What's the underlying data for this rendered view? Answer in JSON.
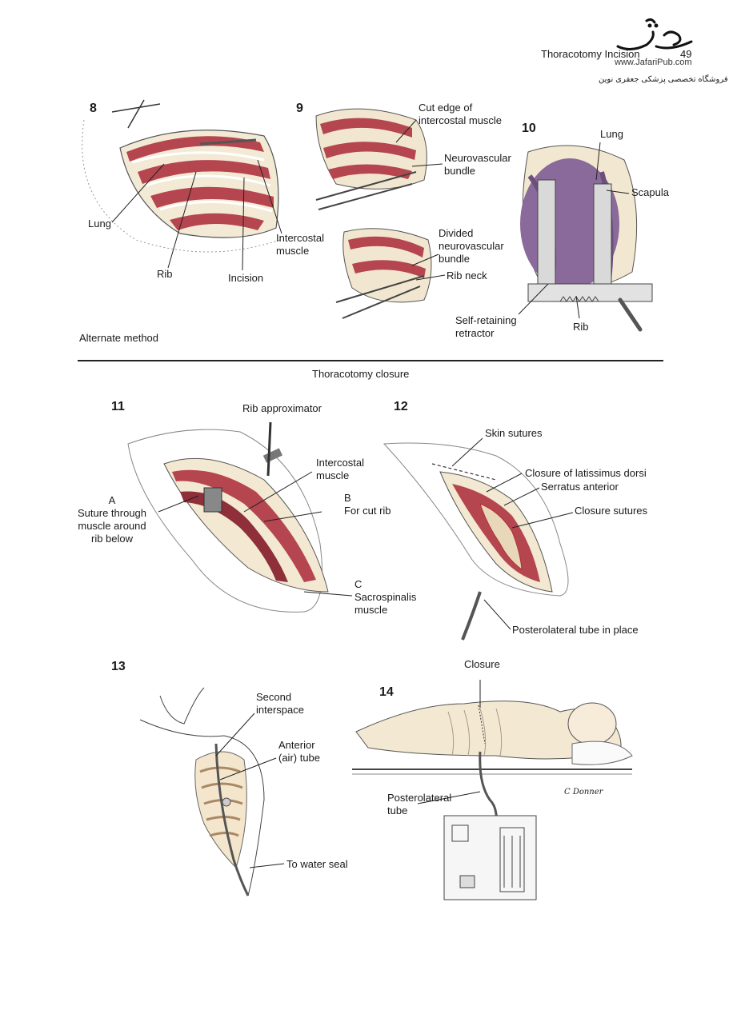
{
  "header": {
    "running_title": "Thoracotomy Incision",
    "page_number": "49",
    "watermark_url": "www.JafariPub.com",
    "watermark_persian": "فروشگاه تخصصی پزشکی جعفری نوین"
  },
  "fig8": {
    "number": "8",
    "labels": {
      "lung": "Lung",
      "rib": "Rib",
      "incision": "Incision",
      "intercostal": "Intercostal\nmuscle"
    },
    "caption": "Alternate method"
  },
  "fig9": {
    "number": "9",
    "labels": {
      "cut_edge": "Cut edge of\nintercostal muscle",
      "neurovascular": "Neurovascular\nbundle",
      "divided": "Divided\nneurovascular\nbundle",
      "rib_neck": "Rib neck"
    }
  },
  "fig10": {
    "number": "10",
    "labels": {
      "lung": "Lung",
      "scapula": "Scapula",
      "retractor": "Self-retaining\nretractor",
      "rib": "Rib"
    }
  },
  "section_title": "Thoracotomy closure",
  "fig11": {
    "number": "11",
    "labels": {
      "rib_approximator": "Rib approximator",
      "intercostal": "Intercostal\nmuscle",
      "a": "A\nSuture through\nmuscle around\nrib below",
      "b": "B\nFor cut rib",
      "c": "C\nSacrospinalis\nmuscle"
    }
  },
  "fig12": {
    "number": "12",
    "labels": {
      "skin_sutures": "Skin sutures",
      "latissimus": "Closure of latissimus dorsi",
      "serratus": "Serratus anterior",
      "closure_sutures": "Closure sutures",
      "tube": "Posterolateral tube in place"
    }
  },
  "fig13": {
    "number": "13",
    "labels": {
      "second": "Second\ninterspace",
      "anterior": "Anterior\n(air) tube",
      "water_seal": "To water seal"
    }
  },
  "fig14": {
    "number": "14",
    "labels": {
      "closure": "Closure",
      "tube": "Posterolateral\ntube"
    },
    "signature": "C Donner"
  },
  "colors": {
    "muscle": "#b5454e",
    "muscle_dark": "#8e2f3a",
    "rib": "#efe3c8",
    "lung": "#8a6a9a",
    "skin": "#f3e8d2",
    "ink": "#2a2a2a"
  }
}
